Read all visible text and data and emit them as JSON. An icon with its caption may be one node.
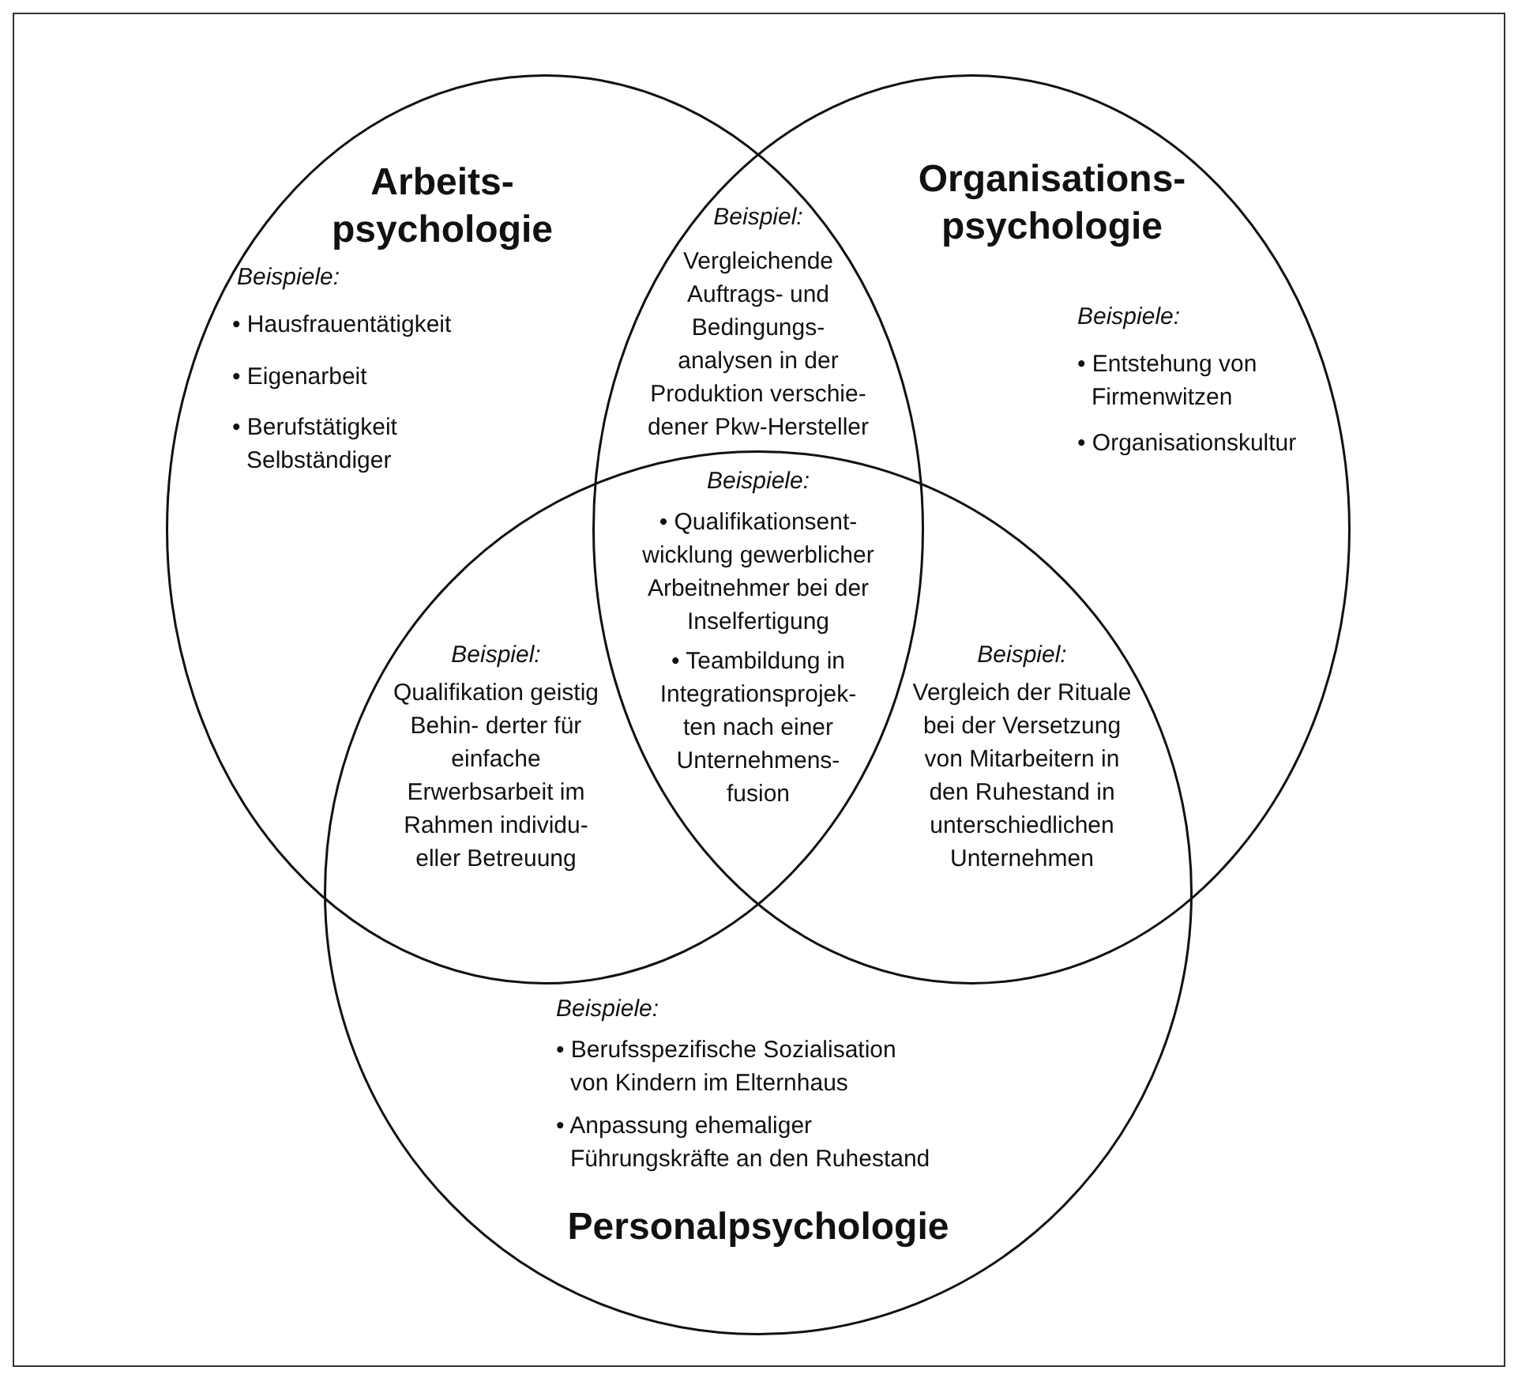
{
  "diagram": {
    "nodes": [
      {
        "text": [
          "Arbeits- psychologie",
          "Beispiele:",
          "• Hausfrauentätigkeit",
          "• Eigenarbeit",
          "• Berufstätigkeit Selbständiger"
        ]
      },
      {
        "text": [
          "Organisations- psychologie",
          "Beispiele:",
          "• Entstehung von Firmenwitzen",
          "• Organisationskultur"
        ]
      },
      {
        "text": [
          "Beispiele:",
          "• Berufsspezifische Sozialisation von Kindern im Elternhaus",
          "• Anpassung ehemaliger Führungskräfte an den Ruhestand",
          "Personalpsychologie"
        ]
      }
    ],
    "edges": [],
    "labels": [
      "Beispiel:",
      "Vergleichende Auftrags- und Bedingungs- analysen in der Produktion verschie- dener Pkw-Hersteller",
      "Beispiele:",
      "• Qualifikationsent- wicklung gewerblicher Arbeitnehmer bei der Inselfertigung",
      "• Teambildung in Integrationsprojek- ten nach einer Unternehmens- fusion",
      "Beispiel:",
      "Qualifikation geistig Behin- derter für einfache Erwerbsarbeit im Rahmen individu- eller Betreuung",
      "Beispiel:",
      "Vergleich der Rituale bei der Versetzung von Mitarbeitern in den Ruhestand in unterschiedlichen Unternehmen"
    ]
  }
}
